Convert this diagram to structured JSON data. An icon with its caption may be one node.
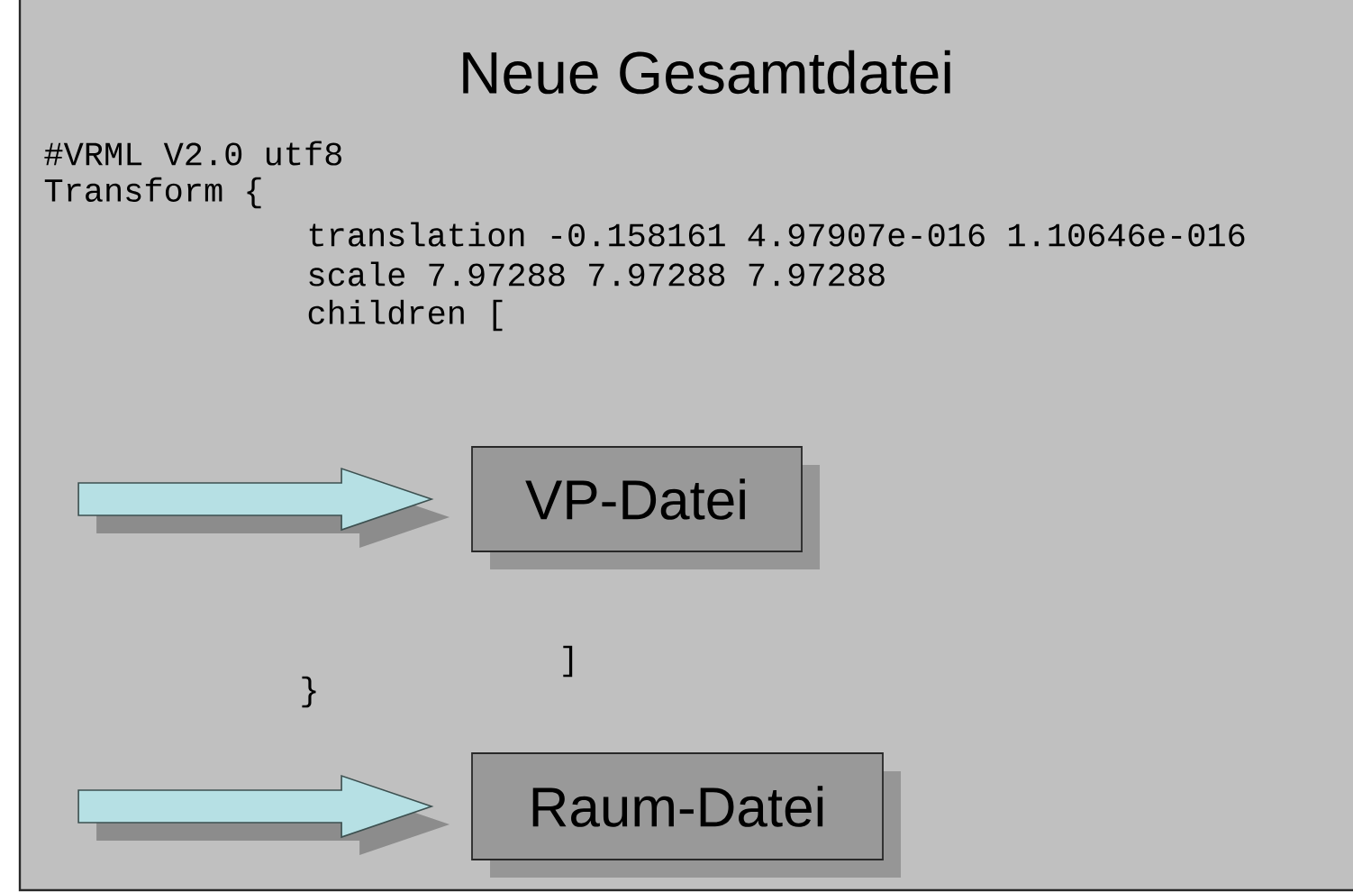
{
  "diagram": {
    "title": "Neue Gesamtdatei",
    "nodes": [
      {
        "text": [
          "VP-Datei"
        ]
      },
      {
        "text": [
          "Raum-Datei"
        ]
      }
    ],
    "edges": [
      {
        "from": null,
        "to": 0,
        "arrow": "to"
      },
      {
        "from": null,
        "to": 1,
        "arrow": "to"
      }
    ],
    "labels": [
      "#VRML V2.0 utf8",
      "Transform {",
      "translation -0.158161 4.97907e-016 1.10646e-016",
      "scale 7.97288 7.97288 7.97288",
      "children [",
      "]",
      "}"
    ]
  }
}
